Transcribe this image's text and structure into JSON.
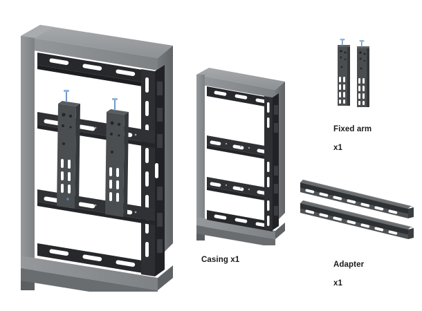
{
  "diagram": {
    "title": "TV wall mount parts overview",
    "background_color": "#ffffff",
    "palette": {
      "frame_front": "#8a8d90",
      "frame_top": "#9ea1a4",
      "frame_side": "#6e7174",
      "frame_edge": "#5c5f62",
      "rail_dark": "#2b2d30",
      "rail_mid": "#3c3f42",
      "rail_light": "#55585b",
      "slot_white": "#ffffff",
      "bracket": "#4a4d50",
      "bracket_dark": "#35383b",
      "screw_blue": "#6f97c9",
      "adapter_top": "#2e3134",
      "adapter_face": "#5a5d60",
      "text": "#1a1a1a"
    }
  },
  "parts": [
    {
      "id": "assembly",
      "name": "assembled-mount",
      "label": "",
      "quantity": "",
      "description": "Large casing with fixed arms and adapters installed"
    },
    {
      "id": "casing",
      "name": "casing",
      "label": "Casing x1",
      "label_line1": "Casing x1",
      "label_line2": "",
      "quantity": "x1"
    },
    {
      "id": "fixed_arm",
      "name": "fixed-arm",
      "label": "Fixed arm\nx1",
      "label_line1": "Fixed arm",
      "label_line2": "x1",
      "quantity": "x1",
      "count_shown": 2
    },
    {
      "id": "adapter",
      "name": "adapter",
      "label": "Adapter\nx1",
      "label_line1": "Adapter",
      "label_line2": "x1",
      "quantity": "x1",
      "count_shown": 2
    }
  ],
  "labels": {
    "casing": "Casing x1",
    "fixed_arm_line1": "Fixed arm",
    "fixed_arm_line2": "x1",
    "adapter_line1": "Adapter",
    "adapter_line2": "x1"
  }
}
